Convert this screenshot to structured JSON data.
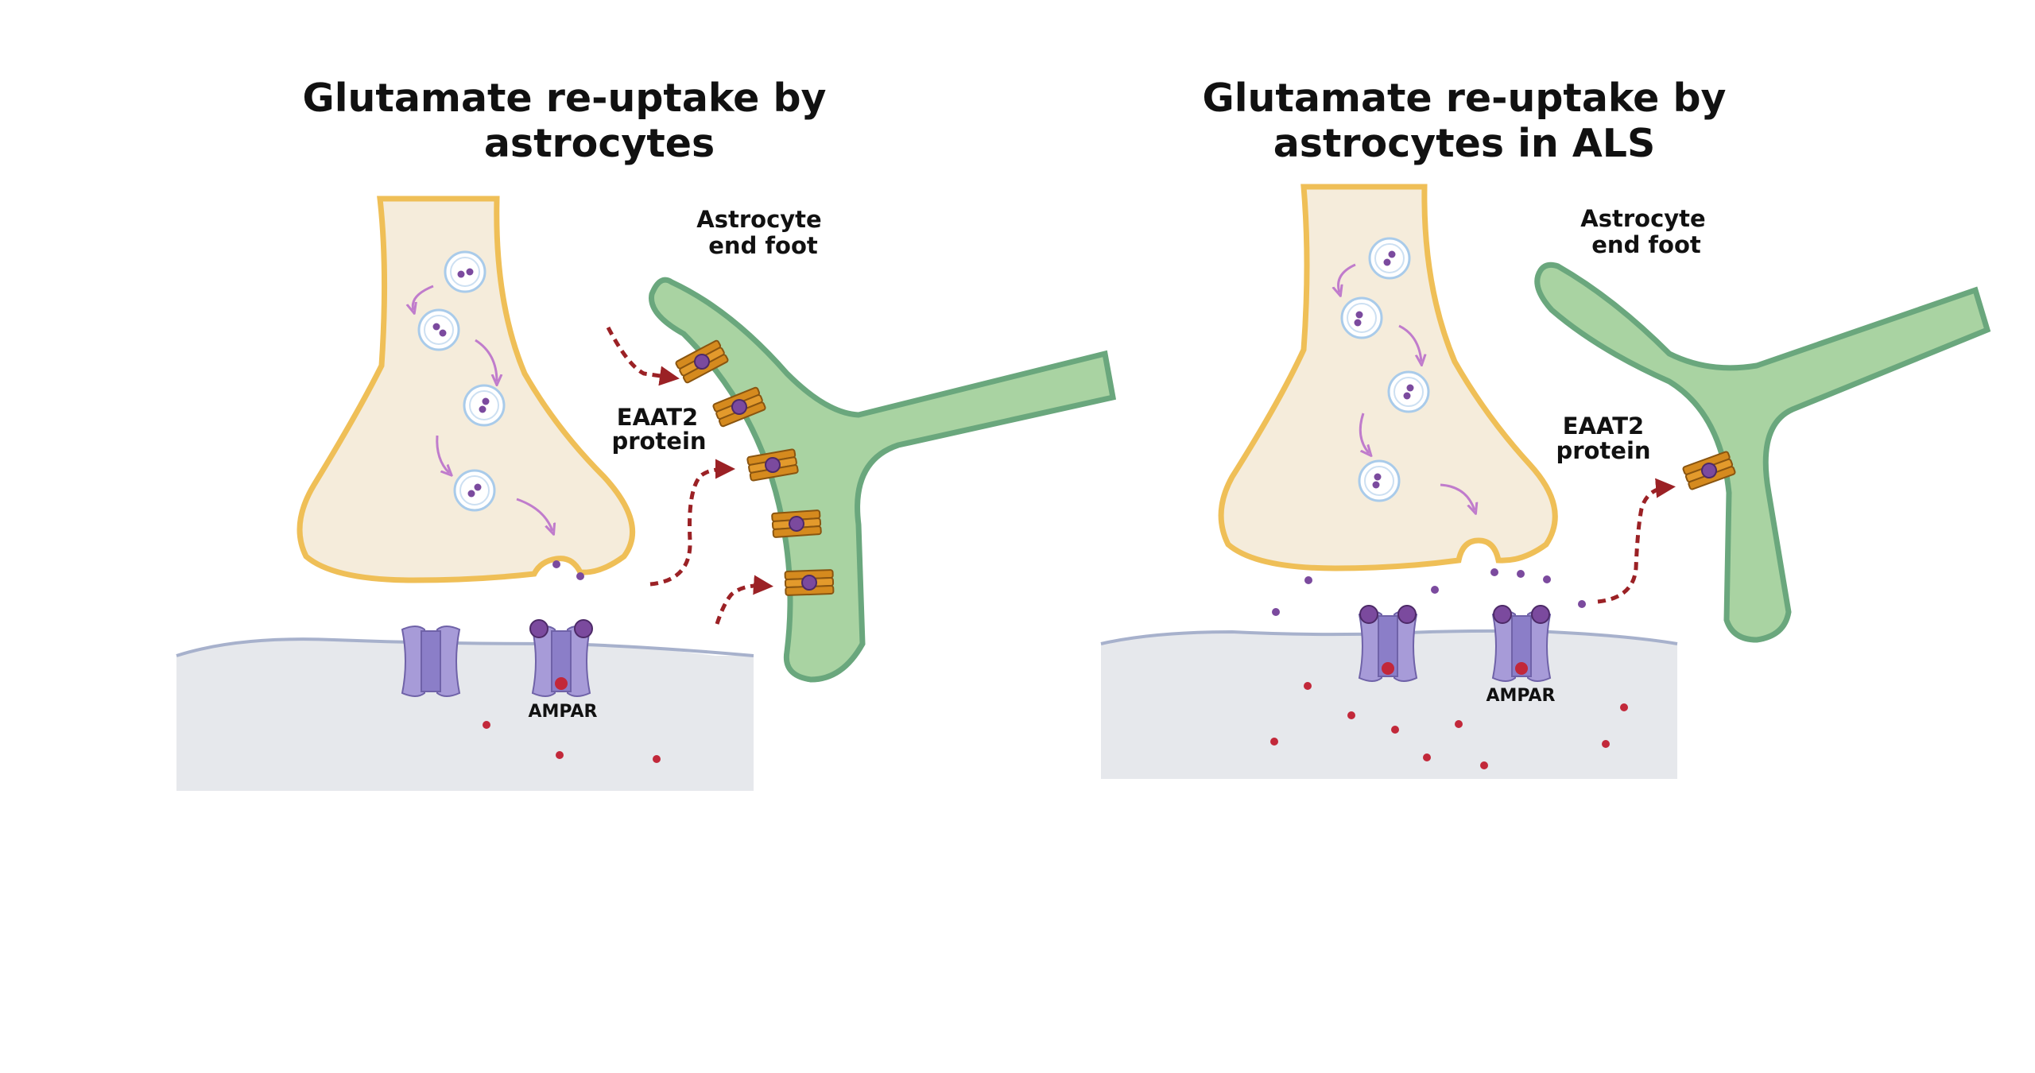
{
  "panels": [
    {
      "title_line1": "Glutamate re-uptake by",
      "title_line2": "astrocytes",
      "astrocyte_label_line1": "Astrocyte",
      "astrocyte_label_line2": "end foot",
      "eaat2_label_line1": "EAAT2",
      "eaat2_label_line2": "protein",
      "receptor_label": "AMPAR",
      "eaat2_transporter_count": 5
    },
    {
      "title_line1": "Glutamate re-uptake by",
      "title_line2": "astrocytes in ALS",
      "astrocyte_label_line1": "Astrocyte",
      "astrocyte_label_line2": "end foot",
      "eaat2_label_line1": "EAAT2",
      "eaat2_label_line2": "protein",
      "receptor_label": "AMPAR",
      "eaat2_transporter_count": 1
    }
  ],
  "colors": {
    "neuron_fill": "#f5ecdb",
    "neuron_outline": "#efbf57",
    "astrocyte_fill": "#a9d3a2",
    "astrocyte_outline": "#6aa77d",
    "postsynaptic_fill": "#e6e8ec",
    "membrane_line": "#a7b1cc",
    "receptor_fill": "#a79bd8",
    "transporter_fill": "#d58a1e",
    "glutamate": "#7b4a9e",
    "ion": "#c2283a",
    "arrow": "#9b2125",
    "vesicle_arrow": "#c07ccc"
  }
}
